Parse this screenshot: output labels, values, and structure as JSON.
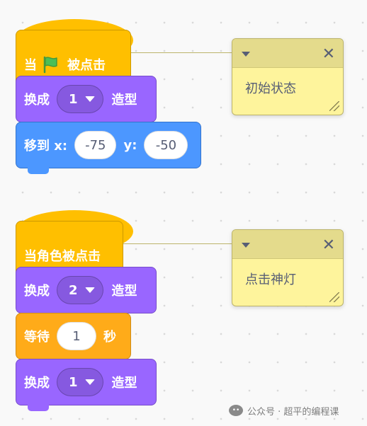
{
  "colors": {
    "events": "#ffbf00",
    "looks": "#9966ff",
    "motion": "#4c97ff",
    "control": "#ffab19",
    "comment": "#fef49c"
  },
  "script1": {
    "hat": {
      "prefix": "当",
      "icon": "green-flag-icon",
      "suffix": "被点击"
    },
    "switch_costume": {
      "label": "换成",
      "value": "1",
      "suffix": "造型"
    },
    "goto": {
      "label": "移到 x:",
      "x": "-75",
      "y_label": "y:",
      "y": "-50"
    },
    "comment": "初始状态"
  },
  "script2": {
    "hat": {
      "label": "当角色被点击"
    },
    "switch_costume_a": {
      "label": "换成",
      "value": "2",
      "suffix": "造型"
    },
    "wait": {
      "label": "等待",
      "value": "1",
      "suffix": "秒"
    },
    "switch_costume_b": {
      "label": "换成",
      "value": "1",
      "suffix": "造型"
    },
    "comment": "点击神灯"
  },
  "watermark": {
    "text": "公众号 · 超平的编程课"
  }
}
